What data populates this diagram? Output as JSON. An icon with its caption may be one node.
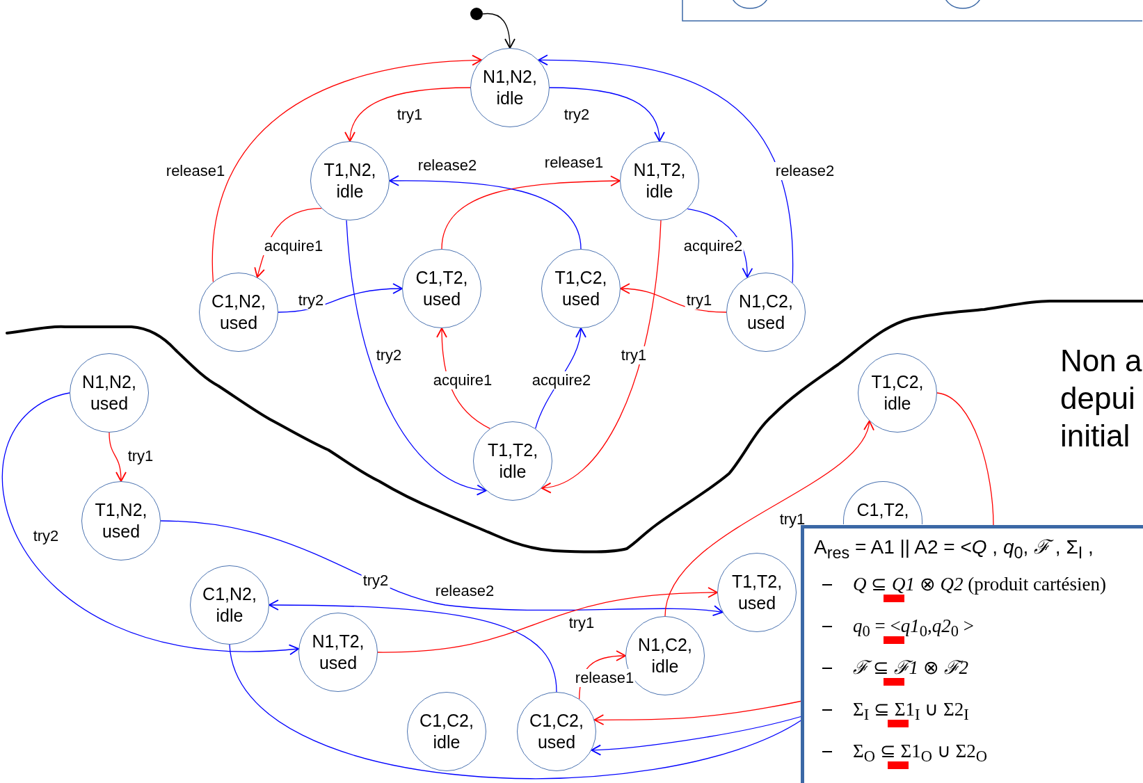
{
  "diagram": {
    "nodes": [
      {
        "text": [
          "N1,N2, idle"
        ]
      },
      {
        "text": [
          "T1,N2, idle"
        ]
      },
      {
        "text": [
          "N1,T2, idle"
        ]
      },
      {
        "text": [
          "C1,N2, used"
        ]
      },
      {
        "text": [
          "C1,T2, used"
        ]
      },
      {
        "text": [
          "T1,C2, used"
        ]
      },
      {
        "text": [
          "N1,C2, used"
        ]
      },
      {
        "text": [
          "T1,T2, idle"
        ]
      },
      {
        "text": [
          "N1,N2, used"
        ]
      },
      {
        "text": [
          "T1,N2, used"
        ]
      },
      {
        "text": [
          "T1,C2, idle"
        ]
      },
      {
        "text": [
          "C1,T2,"
        ]
      },
      {
        "text": [
          "C1,N2, idle"
        ]
      },
      {
        "text": [
          "N1,T2, used"
        ]
      },
      {
        "text": [
          "T1,T2, used"
        ]
      },
      {
        "text": [
          "C1,C2, idle"
        ]
      },
      {
        "text": [
          "C1,C2, used"
        ]
      },
      {
        "text": [
          "N1,C2, idle"
        ]
      },
      {
        "text": [],
        "shape": "circle"
      },
      {
        "text": [
          "A$_{res}$ = A1 || A2 = <*Q* , *q*$_{0}$, *ℱ* , Σ$_{I}$ ,",
          "*Q* ⊆ *Q1* ⊗ *Q2* (produit cartésien)",
          "*q*$_{0}$ = <*q1*$_{0}$,*q2*$_{0}$ >",
          "*ℱ* ⊆ *ℱ1* ⊗ *ℱ2*",
          "Σ$_{I}$ ⊆ Σ1$_{I}$ ∪ Σ2$_{I}$",
          "Σ$_{O}$ ⊆ Σ1$_{O}$ ∪ Σ2$_{O}$"
        ]
      }
    ],
    "edges": [
      {
        "from": 18,
        "to": 0,
        "arrow": "to",
        "color": "#000000"
      },
      {
        "from": 0,
        "to": 1,
        "label": "try1",
        "arrow": "to",
        "color": "#ff0000"
      },
      {
        "from": 0,
        "to": 2,
        "label": "try2",
        "arrow": "to",
        "color": "#0000ff"
      },
      {
        "from": 3,
        "to": 0,
        "label": "release1",
        "arrow": "to",
        "color": "#ff0000"
      },
      {
        "from": 6,
        "to": 0,
        "label": "release2",
        "arrow": "to",
        "color": "#0000ff"
      },
      {
        "from": 1,
        "to": 3,
        "label": "acquire1",
        "arrow": "to",
        "color": "#ff0000"
      },
      {
        "from": 2,
        "to": 6,
        "label": "acquire2",
        "arrow": "to",
        "color": "#0000ff"
      },
      {
        "from": 4,
        "to": 2,
        "label": "release1",
        "arrow": "to",
        "color": "#ff0000"
      },
      {
        "from": 5,
        "to": 1,
        "label": "release2",
        "arrow": "to",
        "color": "#0000ff"
      },
      {
        "from": 3,
        "to": 4,
        "label": "try2",
        "arrow": "to",
        "color": "#0000ff"
      },
      {
        "from": 6,
        "to": 5,
        "label": "try1",
        "arrow": "to",
        "color": "#ff0000"
      },
      {
        "from": 1,
        "to": 7,
        "label": "try2",
        "arrow": "to",
        "color": "#0000ff"
      },
      {
        "from": 2,
        "to": 7,
        "label": "try1",
        "arrow": "to",
        "color": "#ff0000"
      },
      {
        "from": 7,
        "to": 4,
        "label": "acquire1",
        "arrow": "to",
        "color": "#ff0000"
      },
      {
        "from": 7,
        "to": 5,
        "label": "acquire2",
        "arrow": "to",
        "color": "#0000ff"
      },
      {
        "from": 8,
        "to": 9,
        "label": "try1",
        "arrow": "to",
        "color": "#ff0000"
      },
      {
        "from": 8,
        "to": 13,
        "label": "try2",
        "arrow": "to",
        "color": "#0000ff"
      },
      {
        "from": 9,
        "to": 14,
        "label": "try2",
        "arrow": "to",
        "color": "#0000ff"
      },
      {
        "from": 16,
        "to": 12,
        "label": "release2",
        "arrow": "to",
        "color": "#0000ff"
      },
      {
        "from": 13,
        "to": 14,
        "label": "try1",
        "arrow": "to",
        "color": "#ff0000"
      },
      {
        "from": 16,
        "to": 17,
        "label": "release1",
        "arrow": "to",
        "color": "#ff0000"
      },
      {
        "from": 17,
        "to": 10,
        "label": "try1",
        "arrow": "to",
        "color": "#ff0000"
      },
      {
        "from": 10,
        "to": 19,
        "arrow": "none",
        "color": "#ff0000"
      },
      {
        "from": 19,
        "to": 16,
        "arrow": "to",
        "color": "#ff0000"
      },
      {
        "from": 19,
        "to": 16,
        "arrow": "to",
        "color": "#0000ff"
      },
      {
        "from": 12,
        "to": 19,
        "arrow": "none",
        "color": "#0000ff"
      }
    ],
    "labels": [
      "Non a depui initial"
    ]
  }
}
